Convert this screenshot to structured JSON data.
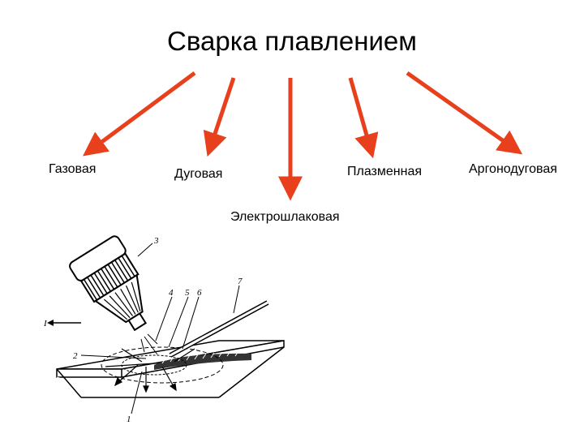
{
  "title": "Сварка плавлением",
  "arrow_color": "#e8401c",
  "categories": {
    "gas": "Газовая",
    "arc": "Дуговая",
    "electroslag": "Электрошлаковая",
    "plasma": "Плазменная",
    "argon_arc": "Аргонодуговая"
  },
  "figure": {
    "callouts": [
      "1",
      "2",
      "3",
      "4",
      "5",
      "6",
      "7"
    ],
    "direction_label": "I"
  }
}
